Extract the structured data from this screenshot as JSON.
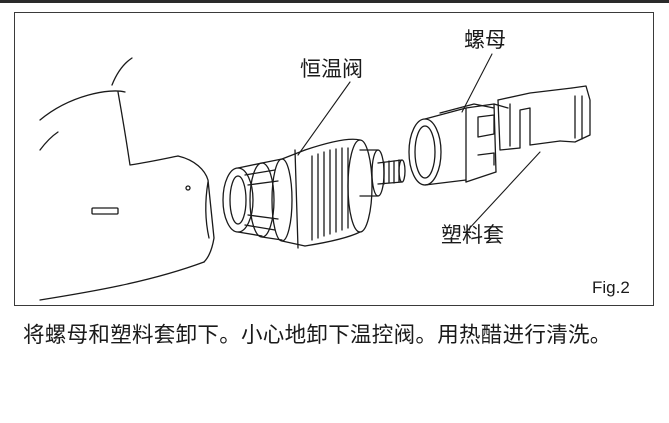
{
  "figure": {
    "labels": {
      "thermostatic_valve": "恒温阀",
      "nut": "螺母",
      "plastic_sleeve": "塑料套"
    },
    "figure_number": "Fig.2"
  },
  "instructions": {
    "text": "将螺母和塑料套卸下。小心地卸下温控阀。用热醋进行清洗。"
  }
}
